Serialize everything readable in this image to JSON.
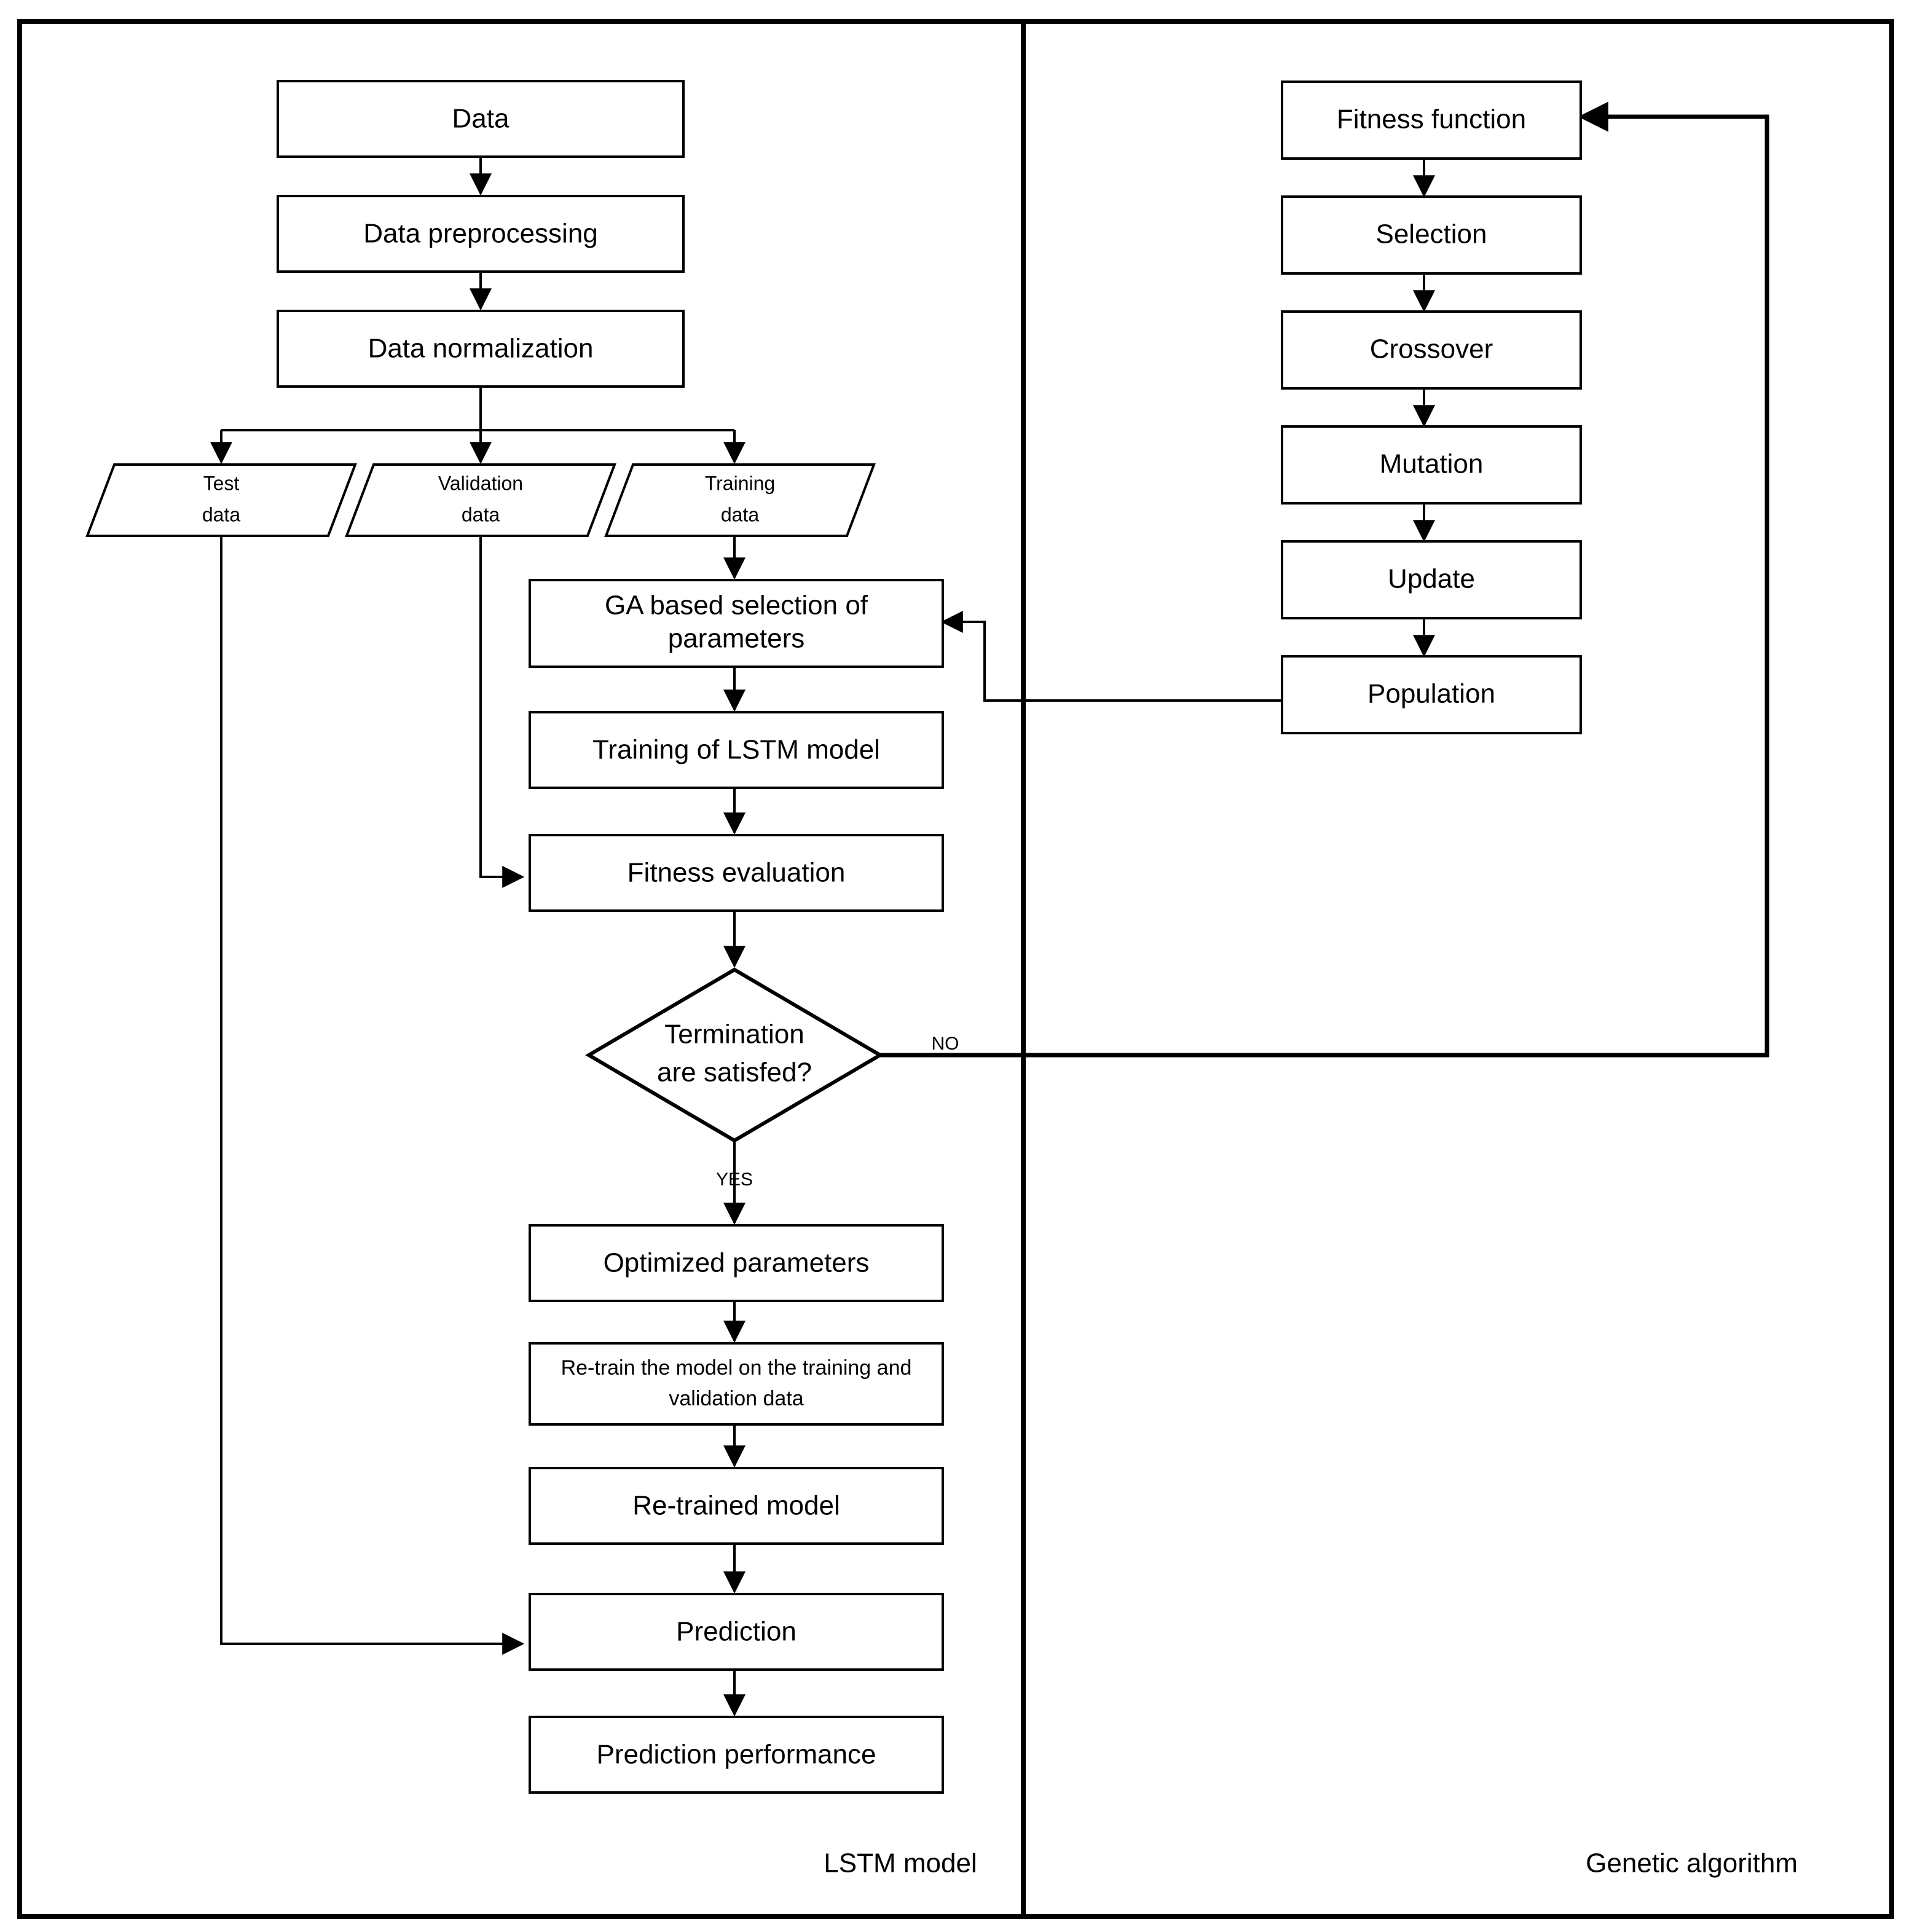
{
  "diagram": {
    "title_hidden": "",
    "panels": [
      {
        "id": "lstm",
        "label": "LSTM model"
      },
      {
        "id": "ga",
        "label": "Genetic algorithm"
      }
    ],
    "lstm_nodes": [
      {
        "id": "data",
        "label": "Data",
        "shape": "rect"
      },
      {
        "id": "preprocess",
        "label": "Data preprocessing",
        "shape": "rect"
      },
      {
        "id": "normalize",
        "label": "Data normalization",
        "shape": "rect"
      },
      {
        "id": "test",
        "label": "Test",
        "label2": "data",
        "shape": "parallelogram"
      },
      {
        "id": "validation",
        "label": "Validation",
        "label2": "data",
        "shape": "parallelogram"
      },
      {
        "id": "training",
        "label": "Training",
        "label2": "data",
        "shape": "parallelogram"
      },
      {
        "id": "gasel",
        "label": "GA based selection of",
        "label2": "parameters",
        "shape": "rect"
      },
      {
        "id": "trainlstm",
        "label": "Training of LSTM model",
        "shape": "rect"
      },
      {
        "id": "fitnesseval",
        "label": "Fitness evaluation",
        "shape": "rect"
      },
      {
        "id": "termination",
        "label": "Termination",
        "label2": "are satisfed?",
        "shape": "diamond"
      },
      {
        "id": "optparams",
        "label": "Optimized parameters",
        "shape": "rect"
      },
      {
        "id": "retrain",
        "label": "Re-train the model on the training and",
        "label2": "validation data",
        "shape": "rect"
      },
      {
        "id": "retrained",
        "label": "Re-trained model",
        "shape": "rect"
      },
      {
        "id": "prediction",
        "label": "Prediction",
        "shape": "rect"
      },
      {
        "id": "perf",
        "label": "Prediction performance",
        "shape": "rect"
      }
    ],
    "ga_nodes": [
      {
        "id": "fitnessfn",
        "label": "Fitness function",
        "shape": "rect"
      },
      {
        "id": "selection",
        "label": "Selection",
        "shape": "rect"
      },
      {
        "id": "crossover",
        "label": "Crossover",
        "shape": "rect"
      },
      {
        "id": "mutation",
        "label": "Mutation",
        "shape": "rect"
      },
      {
        "id": "update",
        "label": "Update",
        "shape": "rect"
      },
      {
        "id": "population",
        "label": "Population",
        "shape": "rect"
      }
    ],
    "edge_labels": {
      "no": "NO",
      "yes": "YES"
    },
    "colors": {
      "stroke": "#000000",
      "fill": "#ffffff",
      "text": "#000000"
    }
  }
}
